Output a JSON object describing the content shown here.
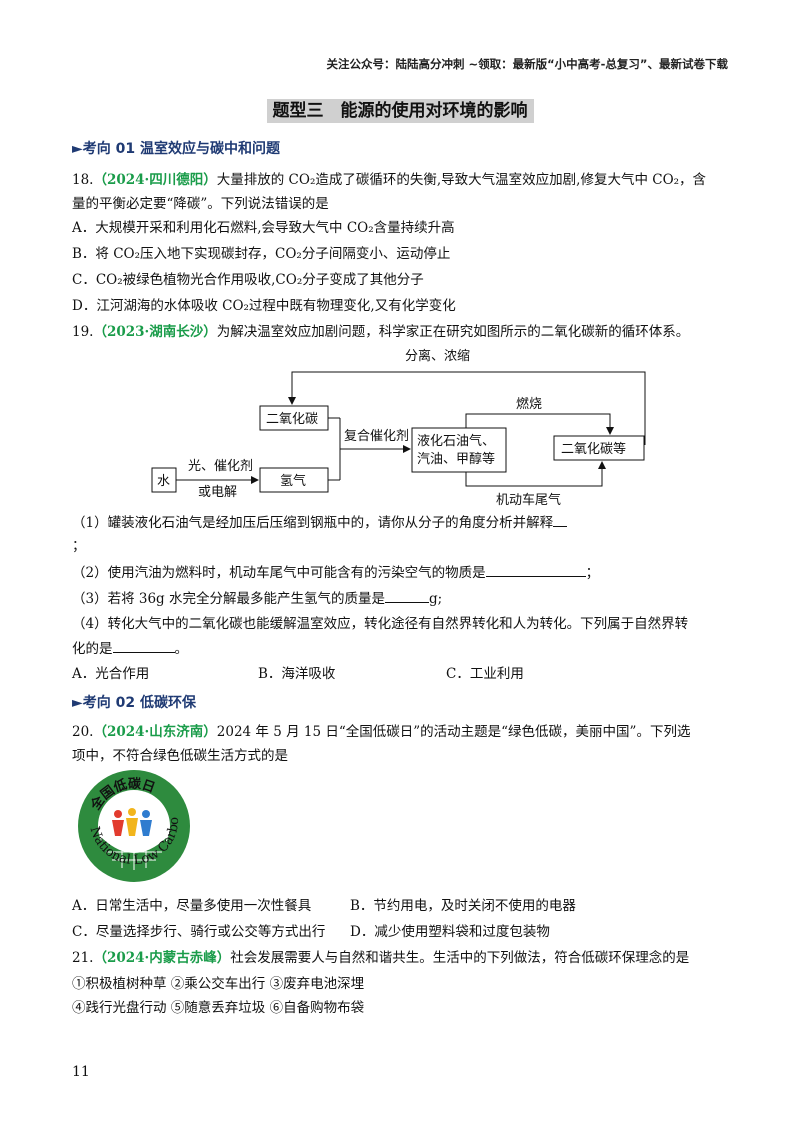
{
  "header": "关注公众号：陆陆高分冲刺 ~领取：最新版“小中高考-总复习”、最新试卷下载",
  "title": "题型三　能源的使用对环境的影响",
  "sections": [
    {
      "label": "►考向 01  温室效应与碳中和问题"
    },
    {
      "label": "►考向 02  低碳环保"
    }
  ],
  "q18": {
    "num": "18.",
    "src": "（2024·四川德阳）",
    "stem1": "大量排放的 CO₂造成了碳循环的失衡,导致大气温室效应加剧,修复大气中  CO₂，含",
    "stem2": "量的平衡必定要“降碳”。下列说法错误的是",
    "A": "A．大规模开采和利用化石燃料,会导致大气中 CO₂含量持续升高",
    "B": "B．将 CO₂压入地下实现碳封存，CO₂分子间隔变小、运动停止",
    "C": "C．CO₂被绿色植物光合作用吸收,CO₂分子变成了其他分子",
    "D": "D．江河湖海的水体吸收 CO₂过程中既有物理变化,又有化学变化"
  },
  "q19": {
    "num": "19.",
    "src": "（2023·湖南长沙）",
    "stem": "为解决温室效应加剧问题，科学家正在研究如图所示的二氧化碳新的循环体系。",
    "diagram": {
      "top_label": "分离、浓缩",
      "co2_box": "二氧化碳",
      "catalyst": "复合催化剂",
      "fuel_line1": "液化石油气、",
      "fuel_line2": "汽油、甲醇等",
      "burn": "燃烧",
      "co2_etc": "二氧化碳等",
      "water": "水",
      "light": "光、催化剂",
      "elec": "或电解",
      "h2": "氢气",
      "exhaust": "机动车尾气"
    },
    "p1": "（1）罐装液化石油气是经加压后压缩到钢瓶中的，请你从分子的角度分析并解释",
    "p1b": "；",
    "p2": "（2）使用汽油为燃料时，机动车尾气中可能含有的污染空气的物质是",
    "p2end": "；",
    "p3a": "（3）若将  36g  水完全分解最多能产生氢气的质量是",
    "p3b": "g;",
    "p4a": "（4）转化大气中的二氧化碳也能缓解温室效应，转化途径有自然界转化和人为转化。下列属于自然界转",
    "p4b": "化的是",
    "p4end": "。",
    "A": "A．光合作用",
    "B": "B．海洋吸收",
    "C": "C．工业利用"
  },
  "q20": {
    "num": "20.",
    "src": "（2024·山东济南）",
    "stem1": "2024 年 5 月 15 日“全国低碳日”的活动主题是“绿色低碳，美丽中国”。下列选",
    "stem2": "项中，不符合绿色低碳生活方式的是",
    "logo_cn": "全国低碳日",
    "logo_en": "National Low Carbon Day",
    "A": "A．日常生活中，尽量多使用一次性餐具",
    "B": "B．节约用电，及时关闭不使用的电器",
    "C": "C．尽量选择步行、骑行或公交等方式出行",
    "D": "D．减少使用塑料袋和过度包装物"
  },
  "q21": {
    "num": "21.",
    "src": "（2024·内蒙古赤峰）",
    "stem": "社会发展需要人与自然和谐共生。生活中的下列做法，符合低碳环保理念的是",
    "opts1": "①积极植树种草  ②乘公交车出行  ③废弃电池深埋",
    "opts2": "④践行光盘行动  ⑤随意丢弃垃圾  ⑥自备购物布袋"
  },
  "page_number": "11",
  "colors": {
    "section": "#1f3a73",
    "source": "#1a9c4a",
    "logo_green": "#2e8b3e"
  }
}
